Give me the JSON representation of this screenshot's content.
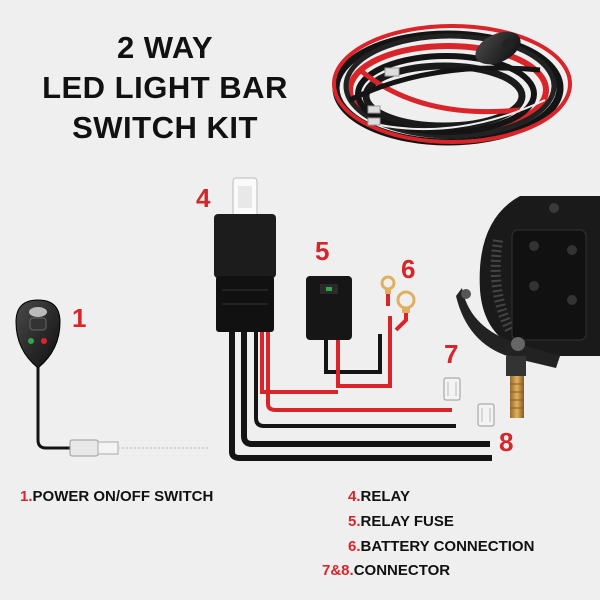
{
  "title": {
    "line1": "2 WAY",
    "line2": "LED LIGHT BAR",
    "line3": "SWITCH KIT"
  },
  "callouts": {
    "n1": "1",
    "n4": "4",
    "n5": "5",
    "n6": "6",
    "n7": "7",
    "n8": "8"
  },
  "legend": {
    "item1": {
      "num": "1.",
      "text": "POWER ON/OFF SWITCH"
    },
    "item4": {
      "num": "4.",
      "text": "RELAY"
    },
    "item5": {
      "num": "5.",
      "text": "RELAY FUSE"
    },
    "item6": {
      "num": "6.",
      "text": "BATTERY CONNECTION"
    },
    "item78": {
      "num": "7&8.",
      "text": "CONNECTOR"
    }
  },
  "colors": {
    "background": "#efefef",
    "wire_red": "#d9242a",
    "wire_black": "#141414",
    "callout_red": "#d7262b"
  }
}
